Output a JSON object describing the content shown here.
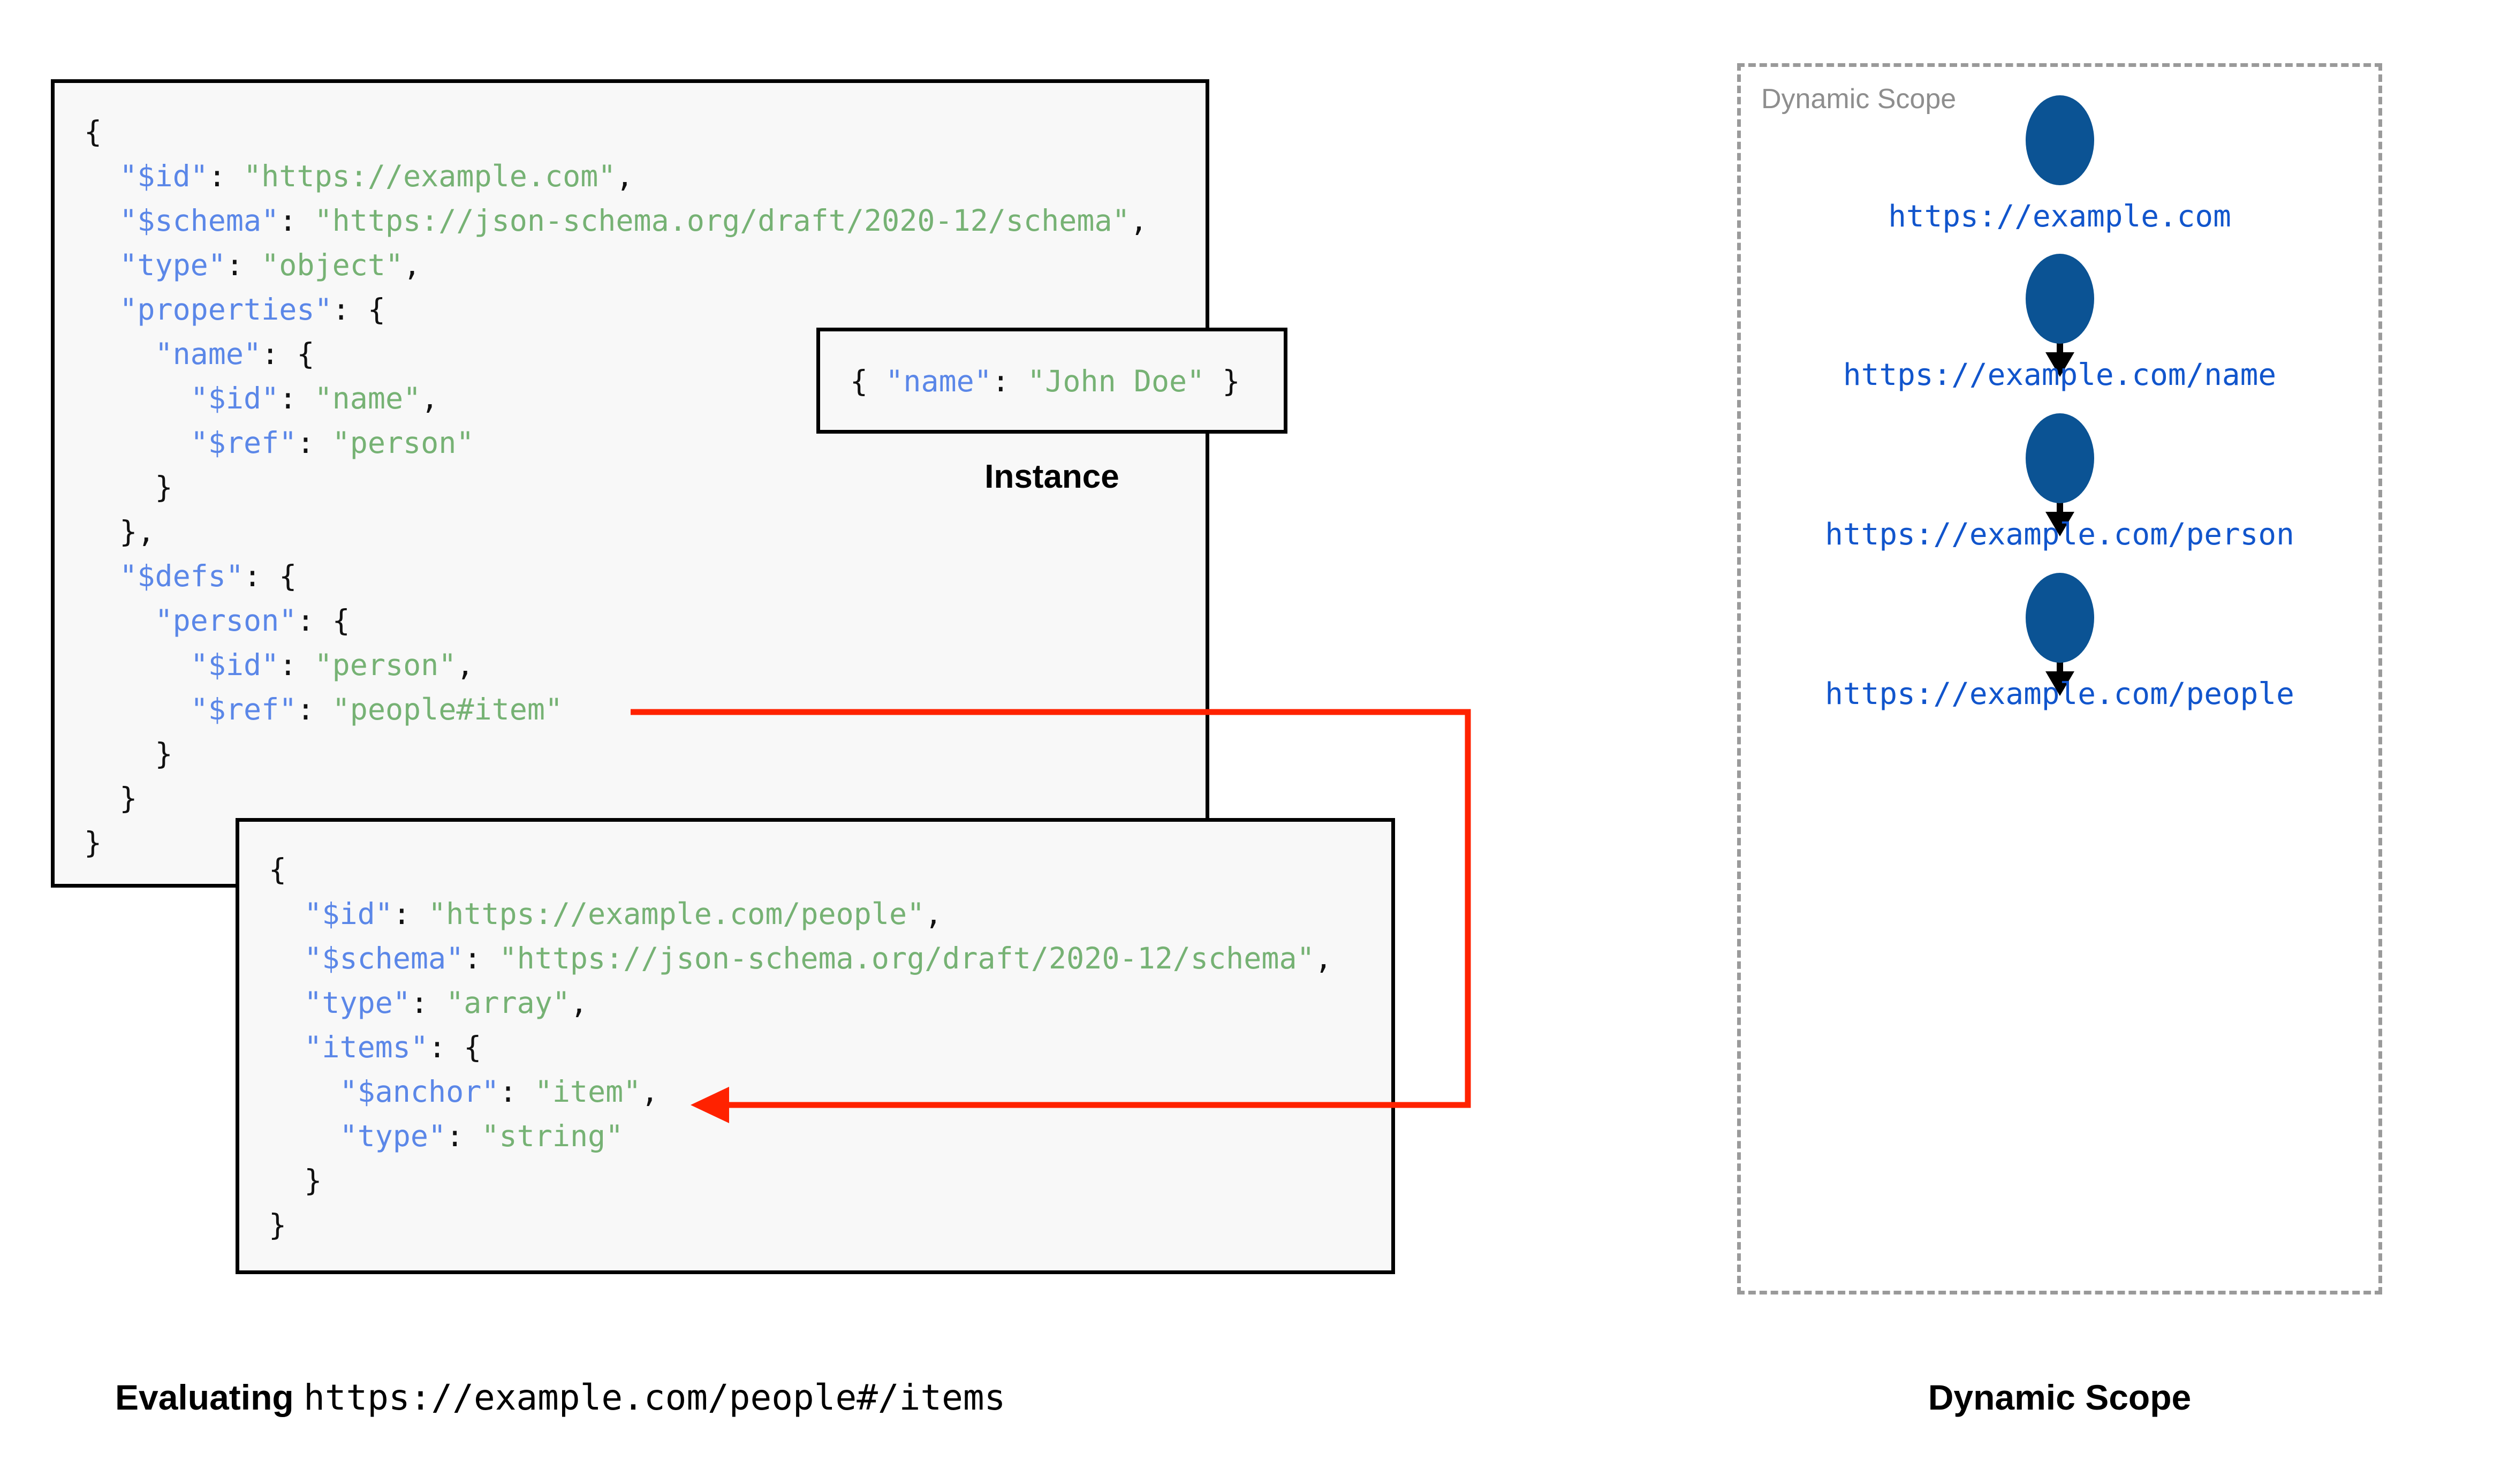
{
  "schema_box": {
    "name": "root-schema",
    "lines": [
      [
        {
          "t": "{",
          "c": "p"
        }
      ],
      [
        {
          "t": "  ",
          "c": "p"
        },
        {
          "t": "\"$id\"",
          "c": "k"
        },
        {
          "t": ": ",
          "c": "p"
        },
        {
          "t": "\"https://example.com\"",
          "c": "s"
        },
        {
          "t": ",",
          "c": "p"
        }
      ],
      [
        {
          "t": "  ",
          "c": "p"
        },
        {
          "t": "\"$schema\"",
          "c": "k"
        },
        {
          "t": ": ",
          "c": "p"
        },
        {
          "t": "\"https://json-schema.org/draft/2020-12/schema\"",
          "c": "s"
        },
        {
          "t": ",",
          "c": "p"
        }
      ],
      [
        {
          "t": "  ",
          "c": "p"
        },
        {
          "t": "\"type\"",
          "c": "k"
        },
        {
          "t": ": ",
          "c": "p"
        },
        {
          "t": "\"object\"",
          "c": "s"
        },
        {
          "t": ",",
          "c": "p"
        }
      ],
      [
        {
          "t": "  ",
          "c": "p"
        },
        {
          "t": "\"properties\"",
          "c": "k"
        },
        {
          "t": ": {",
          "c": "p"
        }
      ],
      [
        {
          "t": "    ",
          "c": "p"
        },
        {
          "t": "\"name\"",
          "c": "k"
        },
        {
          "t": ": {",
          "c": "p"
        }
      ],
      [
        {
          "t": "      ",
          "c": "p"
        },
        {
          "t": "\"$id\"",
          "c": "k"
        },
        {
          "t": ": ",
          "c": "p"
        },
        {
          "t": "\"name\"",
          "c": "s"
        },
        {
          "t": ",",
          "c": "p"
        }
      ],
      [
        {
          "t": "      ",
          "c": "p"
        },
        {
          "t": "\"$ref\"",
          "c": "k"
        },
        {
          "t": ": ",
          "c": "p"
        },
        {
          "t": "\"person\"",
          "c": "s"
        }
      ],
      [
        {
          "t": "    }",
          "c": "p"
        }
      ],
      [
        {
          "t": "  },",
          "c": "p"
        }
      ],
      [
        {
          "t": "  ",
          "c": "p"
        },
        {
          "t": "\"$defs\"",
          "c": "k"
        },
        {
          "t": ": {",
          "c": "p"
        }
      ],
      [
        {
          "t": "    ",
          "c": "p"
        },
        {
          "t": "\"person\"",
          "c": "k"
        },
        {
          "t": ": {",
          "c": "p"
        }
      ],
      [
        {
          "t": "      ",
          "c": "p"
        },
        {
          "t": "\"$id\"",
          "c": "k"
        },
        {
          "t": ": ",
          "c": "p"
        },
        {
          "t": "\"person\"",
          "c": "s"
        },
        {
          "t": ",",
          "c": "p"
        }
      ],
      [
        {
          "t": "      ",
          "c": "p"
        },
        {
          "t": "\"$ref\"",
          "c": "k"
        },
        {
          "t": ": ",
          "c": "p"
        },
        {
          "t": "\"people#item\"",
          "c": "s"
        }
      ],
      [
        {
          "t": "    }",
          "c": "p"
        }
      ],
      [
        {
          "t": "  }",
          "c": "p"
        }
      ],
      [
        {
          "t": "}",
          "c": "p"
        }
      ]
    ]
  },
  "instance_box": {
    "caption": "Instance",
    "lines": [
      [
        {
          "t": "{ ",
          "c": "p"
        },
        {
          "t": "\"name\"",
          "c": "k"
        },
        {
          "t": ": ",
          "c": "p"
        },
        {
          "t": "\"John Doe\"",
          "c": "s"
        },
        {
          "t": " }",
          "c": "p"
        }
      ]
    ]
  },
  "people_box": {
    "name": "people-schema",
    "lines": [
      [
        {
          "t": "{",
          "c": "p"
        }
      ],
      [
        {
          "t": "  ",
          "c": "p"
        },
        {
          "t": "\"$id\"",
          "c": "k"
        },
        {
          "t": ": ",
          "c": "p"
        },
        {
          "t": "\"https://example.com/people\"",
          "c": "s"
        },
        {
          "t": ",",
          "c": "p"
        }
      ],
      [
        {
          "t": "  ",
          "c": "p"
        },
        {
          "t": "\"$schema\"",
          "c": "k"
        },
        {
          "t": ": ",
          "c": "p"
        },
        {
          "t": "\"https://json-schema.org/draft/2020-12/schema\"",
          "c": "s"
        },
        {
          "t": ",",
          "c": "p"
        }
      ],
      [
        {
          "t": "  ",
          "c": "p"
        },
        {
          "t": "\"type\"",
          "c": "k"
        },
        {
          "t": ": ",
          "c": "p"
        },
        {
          "t": "\"array\"",
          "c": "s"
        },
        {
          "t": ",",
          "c": "p"
        }
      ],
      [
        {
          "t": "  ",
          "c": "p"
        },
        {
          "t": "\"items\"",
          "c": "k"
        },
        {
          "t": ": {",
          "c": "p"
        }
      ],
      [
        {
          "t": "    ",
          "c": "p"
        },
        {
          "t": "\"$anchor\"",
          "c": "k"
        },
        {
          "t": ": ",
          "c": "p"
        },
        {
          "t": "\"item\"",
          "c": "s"
        },
        {
          "t": ",",
          "c": "p"
        }
      ],
      [
        {
          "t": "    ",
          "c": "p"
        },
        {
          "t": "\"type\"",
          "c": "k"
        },
        {
          "t": ": ",
          "c": "p"
        },
        {
          "t": "\"string\"",
          "c": "s"
        }
      ],
      [
        {
          "t": "  }",
          "c": "p"
        }
      ],
      [
        {
          "t": "}",
          "c": "p"
        }
      ]
    ]
  },
  "dynamic_scope": {
    "panel_label": "Dynamic Scope",
    "caption": "Dynamic Scope",
    "node_color": "#0b5394",
    "label_color": "#1155cc",
    "nodes": [
      {
        "label": "https://example.com"
      },
      {
        "label": "https://example.com/name"
      },
      {
        "label": "https://example.com/person"
      },
      {
        "label": "https://example.com/people"
      }
    ]
  },
  "evaluating_caption": {
    "label": "Evaluating ",
    "url": "https://example.com/people#/items"
  },
  "colors": {
    "key_blue": "#5b87e8",
    "string_green": "#76b274",
    "node_blue": "#0b5394",
    "link_blue": "#1155cc",
    "connector_red": "#ff2200",
    "dashed_gray": "#9a9a9a",
    "box_bg": "#f8f8f8",
    "box_border": "#000000"
  }
}
